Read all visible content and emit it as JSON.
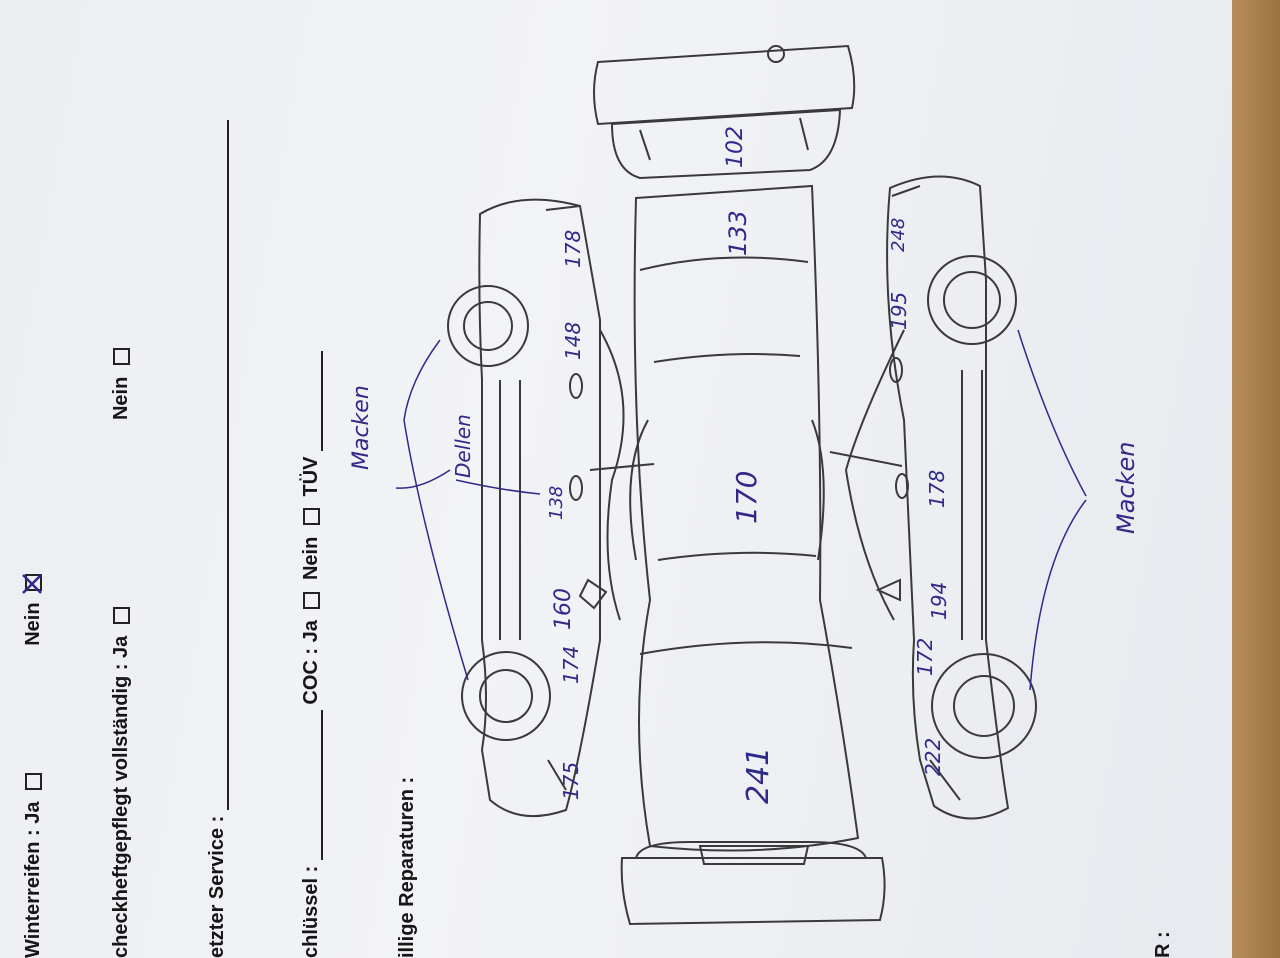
{
  "form": {
    "winterreifen_label": "Winterreifen : Ja",
    "winterreifen_nein": "Nein",
    "scheckheft_label": "checkheftgepflegt vollständig : Ja",
    "scheckheft_nein": "Nein",
    "service_label": "etzter Service :",
    "schluessel_label": "chlüssel :",
    "coc_label": "COC : Ja",
    "coc_nein": "Nein",
    "tuev_label": "TÜV",
    "reparaturen_label": "illige Reparaturen :",
    "bottom_label": "R :"
  },
  "annotations": {
    "macken_1": "Macken",
    "macken_2": "Macken",
    "dellen": "Dellen"
  },
  "measurements": {
    "hood": "241",
    "roof": "170",
    "trunk": "133",
    "rear_bumper": "102",
    "left_front_fender": "175",
    "left_front_door_a": "174",
    "left_front_door_b": "160",
    "left_rear_door": "138",
    "left_rear_quarter_a": "148",
    "left_rear_quarter_b": "178",
    "right_front_fender": "222",
    "right_front_door_a": "172",
    "right_front_door_b": "194",
    "right_rear_door": "178",
    "right_rear_quarter": "195",
    "right_rear_corner": "248"
  }
}
